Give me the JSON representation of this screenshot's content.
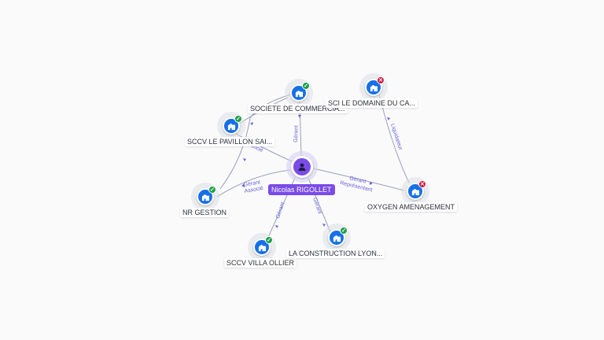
{
  "colors": {
    "background": "#fafafb",
    "company_node": "#1670e8",
    "person_node": "#7a4be8",
    "active_badge": "#1e9e4a",
    "closed_badge": "#d4153f",
    "edge": "#9aa1b6",
    "edge_label": "#6b63d6"
  },
  "person": {
    "name": "Nicolas RIGOLLET",
    "icon": "person-icon"
  },
  "companies": [
    {
      "id": "societe",
      "name": "SOCIETE DE COMMERCIA...",
      "status": "active",
      "icon": "building-icon"
    },
    {
      "id": "pavillon",
      "name": "SCCV LE PAVILLON SAI...",
      "status": "active",
      "icon": "building-icon"
    },
    {
      "id": "nrgestion",
      "name": "NR GESTION",
      "status": "active",
      "icon": "building-icon"
    },
    {
      "id": "ollier",
      "name": "SCCV VILLA OLLIER",
      "status": "active",
      "icon": "building-icon"
    },
    {
      "id": "lyon",
      "name": "LA CONSTRUCTION LYON...",
      "status": "active",
      "icon": "building-icon"
    },
    {
      "id": "domaine",
      "name": "SCI LE DOMAINE DU CA...",
      "status": "closed",
      "icon": "building-icon"
    },
    {
      "id": "oxygen",
      "name": "OXYGEN AMENAGEMENT",
      "status": "closed",
      "icon": "building-icon"
    }
  ],
  "relations": [
    {
      "id": "r-societe",
      "labels": [
        "Gérant"
      ]
    },
    {
      "id": "r-pavillon",
      "labels": [
        "Associé"
      ]
    },
    {
      "id": "r-nrgestion",
      "labels": [
        "Gérant",
        "Associé"
      ]
    },
    {
      "id": "r-ollier",
      "labels": [
        "Gérant"
      ]
    },
    {
      "id": "r-lyon",
      "labels": [
        "Gérant"
      ]
    },
    {
      "id": "r-oxygen",
      "labels": [
        "Gérant",
        "Représentant"
      ]
    },
    {
      "id": "r-domaine-oxygen",
      "labels": [
        "Liquidateur"
      ]
    }
  ]
}
